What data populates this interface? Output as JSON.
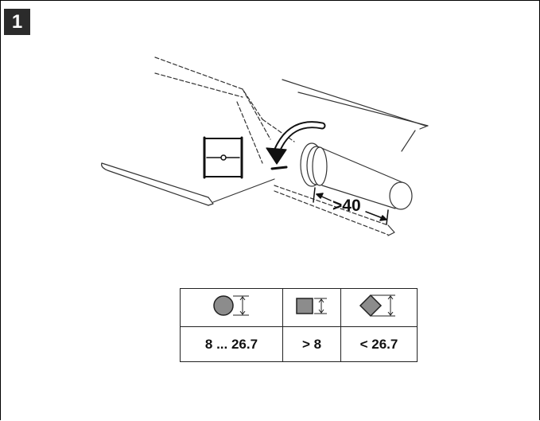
{
  "step": {
    "number": "1"
  },
  "illustration": {
    "dimension_label": ">40",
    "icons": [
      "rebar-anchor-icon",
      "rotate-arrow-icon",
      "pipe-icon"
    ]
  },
  "size_table": {
    "columns": [
      {
        "icon": "round-section-icon",
        "value": "8 ... 26.7"
      },
      {
        "icon": "square-section-icon",
        "value": "> 8"
      },
      {
        "icon": "diamond-section-icon",
        "value": "< 26.7"
      }
    ]
  },
  "colors": {
    "icon_fill": "#8c8c8c",
    "line": "#222222",
    "badge": "#2b2b2b"
  }
}
